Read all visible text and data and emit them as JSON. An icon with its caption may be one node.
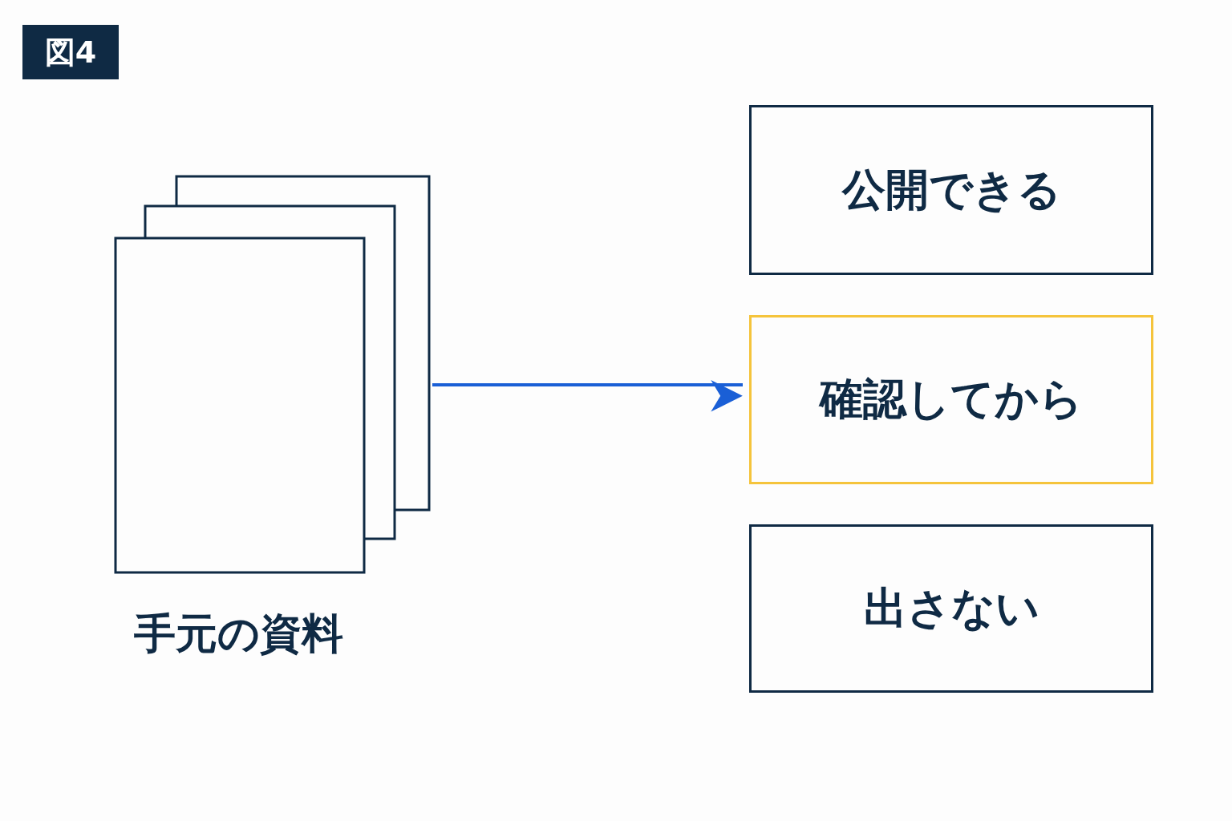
{
  "diagram": {
    "title": "図4",
    "nodes": [
      {
        "text": [
          "手元の資料"
        ]
      },
      {
        "text": [
          "公開できる"
        ]
      },
      {
        "text": [
          "確認してから"
        ]
      },
      {
        "text": [
          "出さない"
        ]
      }
    ],
    "edges": [
      {
        "from": 0,
        "to": 2,
        "arrow": "to",
        "color": "#1a5fd6"
      }
    ]
  }
}
